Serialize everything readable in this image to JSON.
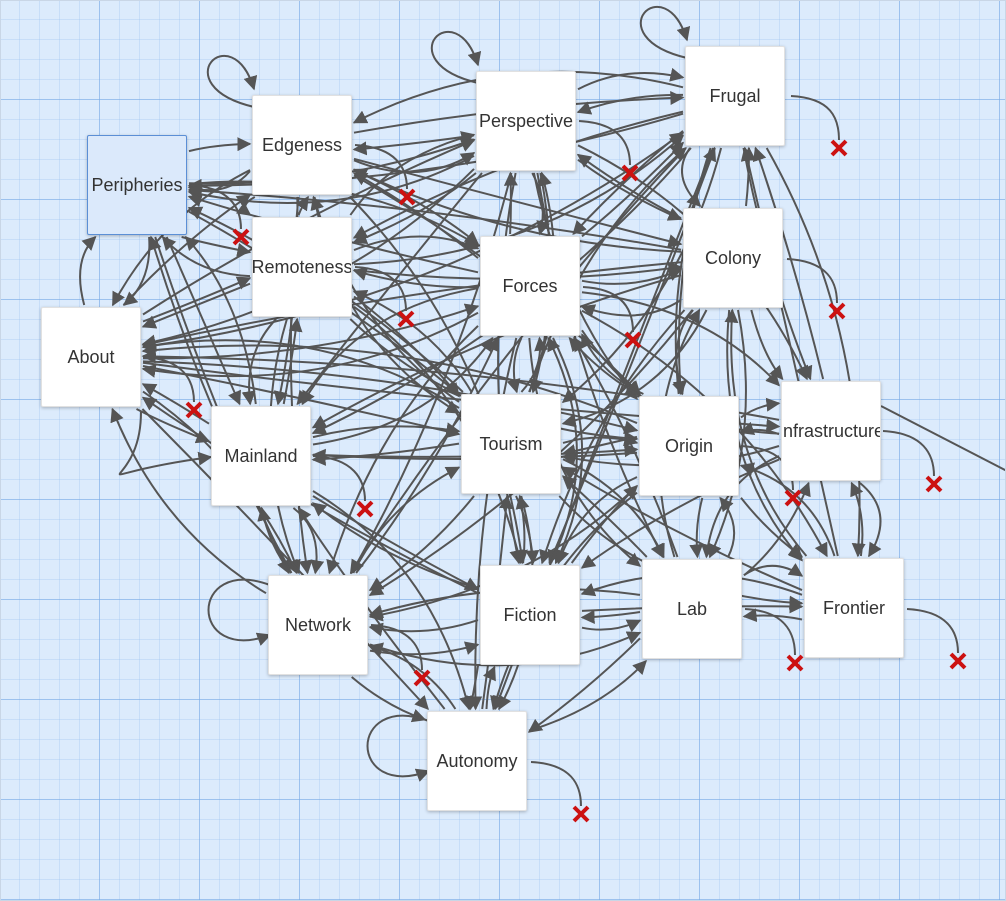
{
  "colors": {
    "edge": "#555555",
    "delete": "#cc1111",
    "node_bg": "#ffffff",
    "selected_bg": "#dbe9fb",
    "selected_border": "#5b8fd6"
  },
  "icons": {
    "delete": "delete-x-icon"
  },
  "nodes": [
    {
      "id": "peripheries",
      "label": "Peripheries",
      "selected": true
    },
    {
      "id": "edgeness",
      "label": "Edgeness"
    },
    {
      "id": "perspective",
      "label": "Perspective"
    },
    {
      "id": "frugal",
      "label": "Frugal"
    },
    {
      "id": "remoteness",
      "label": "Remoteness"
    },
    {
      "id": "forces",
      "label": "Forces"
    },
    {
      "id": "colony",
      "label": "Colony"
    },
    {
      "id": "about",
      "label": "About"
    },
    {
      "id": "mainland",
      "label": "Mainland"
    },
    {
      "id": "tourism",
      "label": "Tourism"
    },
    {
      "id": "origin",
      "label": "Origin"
    },
    {
      "id": "infrastructure",
      "label": "Infrastructure"
    },
    {
      "id": "network",
      "label": "Network"
    },
    {
      "id": "fiction",
      "label": "Fiction"
    },
    {
      "id": "lab",
      "label": "Lab"
    },
    {
      "id": "frontier",
      "label": "Frontier"
    },
    {
      "id": "autonomy",
      "label": "Autonomy"
    }
  ],
  "self_loops": [
    "edgeness",
    "perspective",
    "frugal",
    "about",
    "network",
    "autonomy"
  ],
  "edges": [
    [
      "peripheries",
      "edgeness"
    ],
    [
      "peripheries",
      "remoteness"
    ],
    [
      "peripheries",
      "about"
    ],
    [
      "peripheries",
      "mainland"
    ],
    [
      "peripheries",
      "forces"
    ],
    [
      "peripheries",
      "perspective"
    ],
    [
      "peripheries",
      "tourism"
    ],
    [
      "peripheries",
      "network"
    ],
    [
      "edgeness",
      "peripheries"
    ],
    [
      "edgeness",
      "perspective"
    ],
    [
      "edgeness",
      "frugal"
    ],
    [
      "edgeness",
      "forces"
    ],
    [
      "edgeness",
      "colony"
    ],
    [
      "edgeness",
      "about"
    ],
    [
      "edgeness",
      "mainland"
    ],
    [
      "edgeness",
      "tourism"
    ],
    [
      "edgeness",
      "origin"
    ],
    [
      "edgeness",
      "network"
    ],
    [
      "edgeness",
      "fiction"
    ],
    [
      "edgeness",
      "remoteness"
    ],
    [
      "perspective",
      "peripheries"
    ],
    [
      "perspective",
      "edgeness"
    ],
    [
      "perspective",
      "frugal"
    ],
    [
      "perspective",
      "remoteness"
    ],
    [
      "perspective",
      "forces"
    ],
    [
      "perspective",
      "colony"
    ],
    [
      "perspective",
      "about"
    ],
    [
      "perspective",
      "mainland"
    ],
    [
      "perspective",
      "tourism"
    ],
    [
      "perspective",
      "origin"
    ],
    [
      "perspective",
      "infrastructure"
    ],
    [
      "perspective",
      "fiction"
    ],
    [
      "perspective",
      "network"
    ],
    [
      "perspective",
      "lab"
    ],
    [
      "frugal",
      "perspective"
    ],
    [
      "frugal",
      "edgeness"
    ],
    [
      "frugal",
      "peripheries"
    ],
    [
      "frugal",
      "remoteness"
    ],
    [
      "frugal",
      "forces"
    ],
    [
      "frugal",
      "colony"
    ],
    [
      "frugal",
      "tourism"
    ],
    [
      "frugal",
      "origin"
    ],
    [
      "frugal",
      "mainland"
    ],
    [
      "frugal",
      "network"
    ],
    [
      "frugal",
      "fiction"
    ],
    [
      "frugal",
      "infrastructure"
    ],
    [
      "frugal",
      "frontier"
    ],
    [
      "frugal",
      "autonomy"
    ],
    [
      "remoteness",
      "peripheries"
    ],
    [
      "remoteness",
      "edgeness"
    ],
    [
      "remoteness",
      "perspective"
    ],
    [
      "remoteness",
      "frugal"
    ],
    [
      "remoteness",
      "forces"
    ],
    [
      "remoteness",
      "colony"
    ],
    [
      "remoteness",
      "about"
    ],
    [
      "remoteness",
      "mainland"
    ],
    [
      "remoteness",
      "tourism"
    ],
    [
      "remoteness",
      "network"
    ],
    [
      "remoteness",
      "fiction"
    ],
    [
      "remoteness",
      "origin"
    ],
    [
      "forces",
      "peripheries"
    ],
    [
      "forces",
      "edgeness"
    ],
    [
      "forces",
      "perspective"
    ],
    [
      "forces",
      "frugal"
    ],
    [
      "forces",
      "remoteness"
    ],
    [
      "forces",
      "colony"
    ],
    [
      "forces",
      "about"
    ],
    [
      "forces",
      "mainland"
    ],
    [
      "forces",
      "tourism"
    ],
    [
      "forces",
      "origin"
    ],
    [
      "forces",
      "infrastructure"
    ],
    [
      "forces",
      "network"
    ],
    [
      "forces",
      "fiction"
    ],
    [
      "forces",
      "lab"
    ],
    [
      "forces",
      "frontier"
    ],
    [
      "forces",
      "autonomy"
    ],
    [
      "colony",
      "frugal"
    ],
    [
      "colony",
      "perspective"
    ],
    [
      "colony",
      "edgeness"
    ],
    [
      "colony",
      "peripheries"
    ],
    [
      "colony",
      "forces"
    ],
    [
      "colony",
      "about"
    ],
    [
      "colony",
      "tourism"
    ],
    [
      "colony",
      "origin"
    ],
    [
      "colony",
      "infrastructure"
    ],
    [
      "colony",
      "mainland"
    ],
    [
      "colony",
      "network"
    ],
    [
      "colony",
      "fiction"
    ],
    [
      "colony",
      "lab"
    ],
    [
      "colony",
      "frontier"
    ],
    [
      "about",
      "peripheries"
    ],
    [
      "about",
      "edgeness"
    ],
    [
      "about",
      "perspective"
    ],
    [
      "about",
      "frugal"
    ],
    [
      "about",
      "remoteness"
    ],
    [
      "about",
      "forces"
    ],
    [
      "about",
      "mainland"
    ],
    [
      "about",
      "tourism"
    ],
    [
      "about",
      "origin"
    ],
    [
      "about",
      "infrastructure"
    ],
    [
      "about",
      "network"
    ],
    [
      "about",
      "autonomy"
    ],
    [
      "mainland",
      "about"
    ],
    [
      "mainland",
      "peripheries"
    ],
    [
      "mainland",
      "remoteness"
    ],
    [
      "mainland",
      "forces"
    ],
    [
      "mainland",
      "tourism"
    ],
    [
      "mainland",
      "origin"
    ],
    [
      "mainland",
      "network"
    ],
    [
      "mainland",
      "fiction"
    ],
    [
      "mainland",
      "autonomy"
    ],
    [
      "tourism",
      "peripheries"
    ],
    [
      "tourism",
      "edgeness"
    ],
    [
      "tourism",
      "perspective"
    ],
    [
      "tourism",
      "frugal"
    ],
    [
      "tourism",
      "remoteness"
    ],
    [
      "tourism",
      "forces"
    ],
    [
      "tourism",
      "about"
    ],
    [
      "tourism",
      "mainland"
    ],
    [
      "tourism",
      "origin"
    ],
    [
      "tourism",
      "network"
    ],
    [
      "tourism",
      "fiction"
    ],
    [
      "tourism",
      "lab"
    ],
    [
      "tourism",
      "frontier"
    ],
    [
      "tourism",
      "autonomy"
    ],
    [
      "origin",
      "tourism"
    ],
    [
      "origin",
      "infrastructure"
    ],
    [
      "origin",
      "forces"
    ],
    [
      "origin",
      "frugal"
    ],
    [
      "origin",
      "about"
    ],
    [
      "origin",
      "mainland"
    ],
    [
      "origin",
      "fiction"
    ],
    [
      "origin",
      "lab"
    ],
    [
      "origin",
      "frontier"
    ],
    [
      "origin",
      "network"
    ],
    [
      "origin",
      "autonomy"
    ],
    [
      "infrastructure",
      "origin"
    ],
    [
      "infrastructure",
      "frugal"
    ],
    [
      "infrastructure",
      "forces"
    ],
    [
      "infrastructure",
      "about"
    ],
    [
      "infrastructure",
      "tourism"
    ],
    [
      "infrastructure",
      "lab"
    ],
    [
      "infrastructure",
      "frontier"
    ],
    [
      "infrastructure",
      "fiction"
    ],
    [
      "network",
      "about"
    ],
    [
      "network",
      "mainland"
    ],
    [
      "network",
      "peripheries"
    ],
    [
      "network",
      "forces"
    ],
    [
      "network",
      "tourism"
    ],
    [
      "network",
      "fiction"
    ],
    [
      "network",
      "autonomy"
    ],
    [
      "network",
      "lab"
    ],
    [
      "fiction",
      "network"
    ],
    [
      "fiction",
      "tourism"
    ],
    [
      "fiction",
      "lab"
    ],
    [
      "fiction",
      "origin"
    ],
    [
      "fiction",
      "mainland"
    ],
    [
      "fiction",
      "autonomy"
    ],
    [
      "fiction",
      "about"
    ],
    [
      "fiction",
      "forces"
    ],
    [
      "fiction",
      "frontier"
    ],
    [
      "lab",
      "fiction"
    ],
    [
      "lab",
      "frontier"
    ],
    [
      "lab",
      "origin"
    ],
    [
      "lab",
      "tourism"
    ],
    [
      "lab",
      "network"
    ],
    [
      "lab",
      "autonomy"
    ],
    [
      "lab",
      "infrastructure"
    ],
    [
      "lab",
      "colony"
    ],
    [
      "lab",
      "forces"
    ],
    [
      "frontier",
      "lab"
    ],
    [
      "frontier",
      "origin"
    ],
    [
      "frontier",
      "infrastructure"
    ],
    [
      "frontier",
      "frugal"
    ],
    [
      "frontier",
      "colony"
    ],
    [
      "frontier",
      "fiction"
    ],
    [
      "frontier",
      "tourism"
    ],
    [
      "autonomy",
      "network"
    ],
    [
      "autonomy",
      "fiction"
    ],
    [
      "autonomy",
      "tourism"
    ],
    [
      "autonomy",
      "mainland"
    ],
    [
      "autonomy",
      "lab"
    ]
  ],
  "dangling": [
    "frugal",
    "colony",
    "infrastructure",
    "frontier",
    "autonomy",
    "perspective",
    "edgeness",
    "lab",
    "origin",
    "forces",
    "remoteness",
    "mainland",
    "about",
    "network",
    "peripheries"
  ]
}
